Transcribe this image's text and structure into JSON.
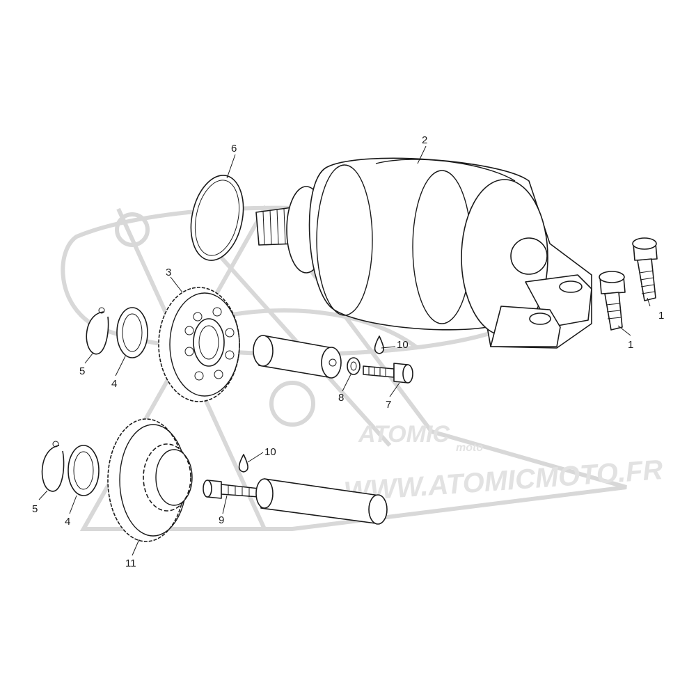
{
  "watermark": {
    "logo_text": "ATOMIC",
    "logo_sub": "moto",
    "url": "WWW.ATOMICMOTO.FR"
  },
  "callouts": {
    "c1a": "1",
    "c1b": "1",
    "c2": "2",
    "c3": "3",
    "c4a": "4",
    "c4b": "4",
    "c5a": "5",
    "c5b": "5",
    "c6": "6",
    "c7": "7",
    "c8": "8",
    "c9": "9",
    "c10a": "10",
    "c10b": "10",
    "c11": "11"
  },
  "colors": {
    "ink": "#1a1a1a",
    "watermark": "#d8d8d8"
  }
}
